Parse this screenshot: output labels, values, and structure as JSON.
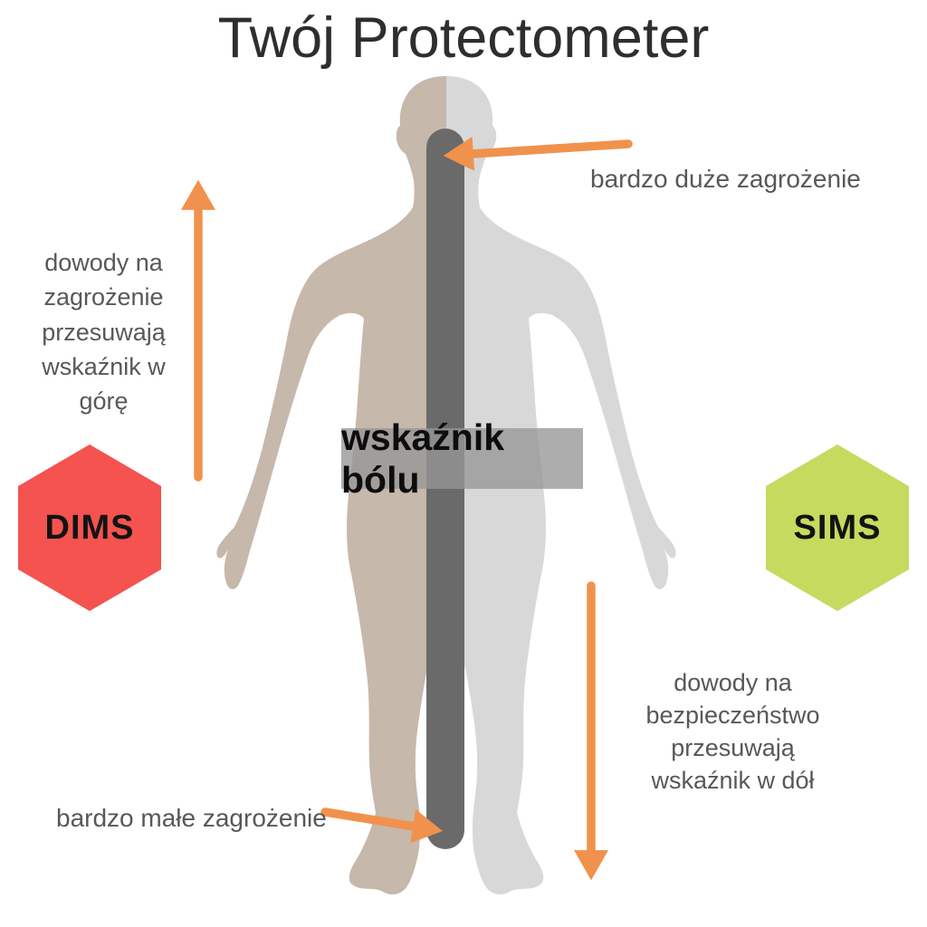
{
  "title": "Twój Protectometer",
  "indicator": {
    "label": "wskaźnik bólu"
  },
  "annotations": {
    "top_right": "bardzo duże zagrożenie",
    "bottom_left": "bardzo małe zagrożenie",
    "left_block": "dowody na zagrożenie przesuwają wskaźnik w górę",
    "right_block": "dowody na bezpieczeństwo przesuwają wskaźnik w dół"
  },
  "badges": {
    "dims": "DIMS",
    "sims": "SIMS"
  },
  "icons": {
    "up_arrow": "up-arrow-icon",
    "down_arrow": "down-arrow-icon",
    "arrow_to_bar_top": "left-pointing-arrow-icon",
    "arrow_to_bar_bottom": "right-pointing-arrow-icon",
    "body": "split-body-silhouette"
  },
  "colors": {
    "arrow_orange": "#f0924d",
    "dims_red": "#f4534f",
    "sims_green": "#c6da5f",
    "body_left_tan": "#c6b8ab",
    "body_right_gray": "#d8d8d8",
    "indicator_bar_gray": "#6a6a6a",
    "label_box_gray": "#969696",
    "annotation_text_gray": "#57585a",
    "title_text": "#2e2e2e"
  }
}
